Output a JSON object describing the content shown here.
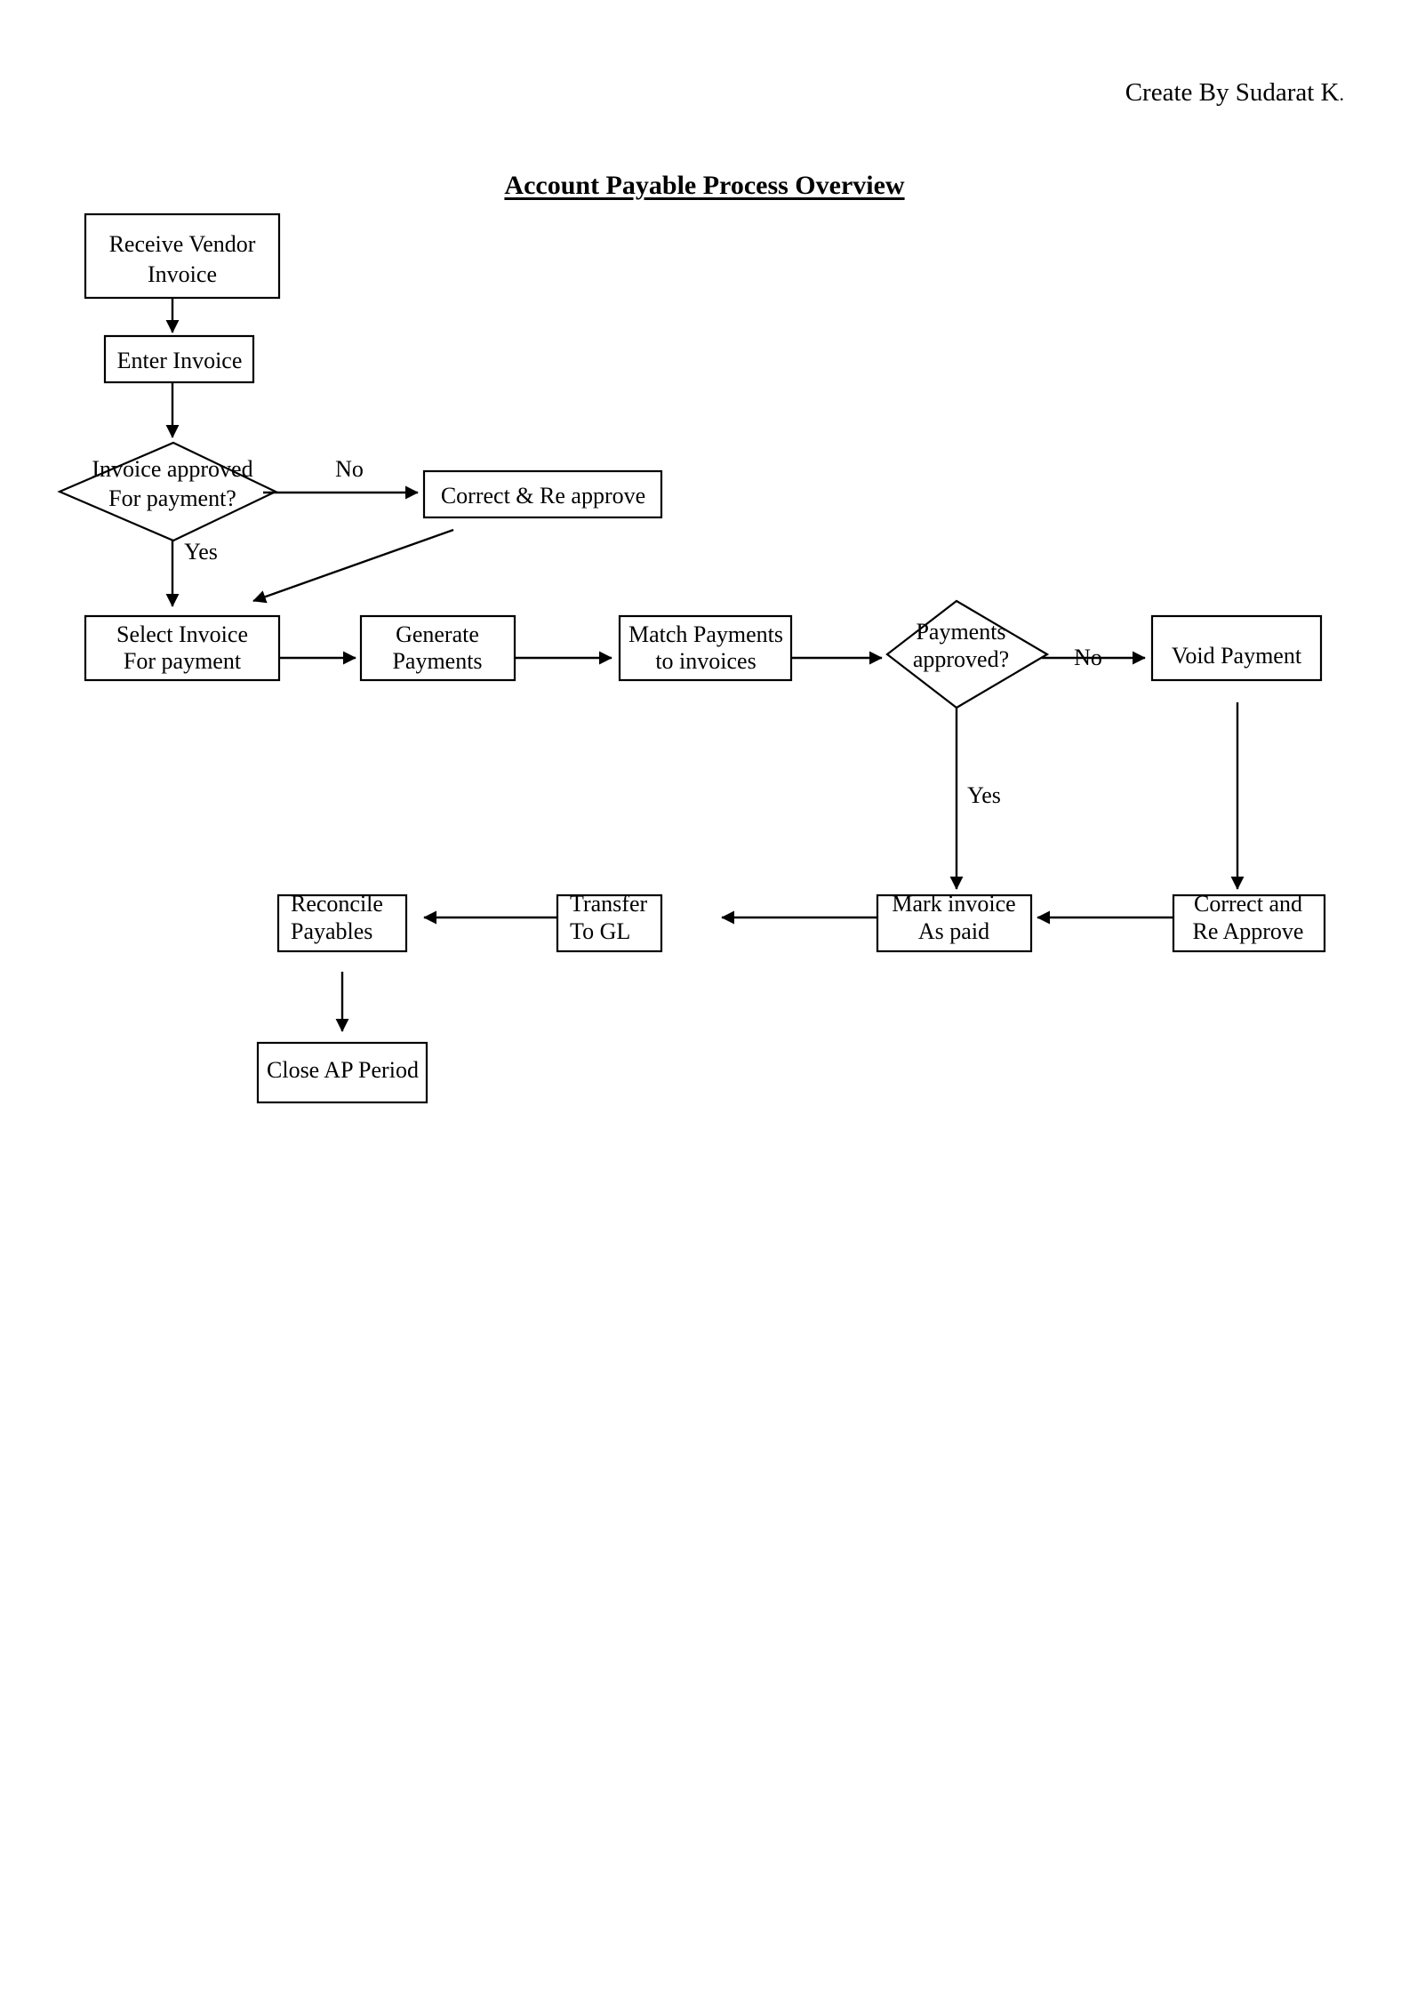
{
  "document": {
    "author_note": "Create By Sudarat K",
    "author_note_period": ".",
    "title": "Account Payable Process Overview"
  },
  "colors": {
    "background": "#ffffff",
    "stroke": "#000000",
    "text": "#000000",
    "shape_fill": "#ffffff"
  },
  "chart_data": {
    "type": "diagram",
    "title": "Account Payable Process Overview",
    "nodes": [
      {
        "id": "receive_vendor_invoice",
        "shape": "process",
        "lines": [
          "Receive Vendor",
          "Invoice"
        ]
      },
      {
        "id": "enter_invoice",
        "shape": "process",
        "lines": [
          "Enter Invoice"
        ]
      },
      {
        "id": "invoice_approved",
        "shape": "decision",
        "lines": [
          "Invoice approved",
          "For payment?"
        ]
      },
      {
        "id": "correct_re_approve_invoice",
        "shape": "process",
        "lines": [
          "Correct & Re approve"
        ]
      },
      {
        "id": "select_invoice_for_payment",
        "shape": "process",
        "lines": [
          "Select Invoice",
          "For payment"
        ]
      },
      {
        "id": "generate_payments",
        "shape": "process",
        "lines": [
          "Generate",
          "Payments"
        ]
      },
      {
        "id": "match_payments_to_invoices",
        "shape": "process",
        "lines": [
          "Match Payments",
          "to invoices"
        ]
      },
      {
        "id": "payments_approved",
        "shape": "decision",
        "lines": [
          "Payments",
          "approved?"
        ]
      },
      {
        "id": "void_payment",
        "shape": "process",
        "lines": [
          "Void Payment"
        ]
      },
      {
        "id": "correct_and_re_approve_payment",
        "shape": "process",
        "lines": [
          "Correct and",
          "Re Approve"
        ]
      },
      {
        "id": "mark_invoice_as_paid",
        "shape": "process",
        "lines": [
          "Mark invoice",
          "As paid"
        ]
      },
      {
        "id": "transfer_to_gl",
        "shape": "process",
        "lines": [
          "Transfer",
          "To GL"
        ]
      },
      {
        "id": "reconcile_payables",
        "shape": "process",
        "lines": [
          "Reconcile",
          "Payables"
        ]
      },
      {
        "id": "close_ap_period",
        "shape": "process",
        "lines": [
          "Close AP Period"
        ]
      }
    ],
    "edges": [
      {
        "from": "receive_vendor_invoice",
        "to": "enter_invoice",
        "label": ""
      },
      {
        "from": "enter_invoice",
        "to": "invoice_approved",
        "label": ""
      },
      {
        "from": "invoice_approved",
        "to": "correct_re_approve_invoice",
        "label": "No"
      },
      {
        "from": "invoice_approved",
        "to": "select_invoice_for_payment",
        "label": "Yes"
      },
      {
        "from": "correct_re_approve_invoice",
        "to": "select_invoice_for_payment",
        "label": ""
      },
      {
        "from": "select_invoice_for_payment",
        "to": "generate_payments",
        "label": ""
      },
      {
        "from": "generate_payments",
        "to": "match_payments_to_invoices",
        "label": ""
      },
      {
        "from": "match_payments_to_invoices",
        "to": "payments_approved",
        "label": ""
      },
      {
        "from": "payments_approved",
        "to": "void_payment",
        "label": "No"
      },
      {
        "from": "payments_approved",
        "to": "mark_invoice_as_paid",
        "label": "Yes"
      },
      {
        "from": "void_payment",
        "to": "correct_and_re_approve_payment",
        "label": ""
      },
      {
        "from": "correct_and_re_approve_payment",
        "to": "mark_invoice_as_paid",
        "label": ""
      },
      {
        "from": "mark_invoice_as_paid",
        "to": "transfer_to_gl",
        "label": ""
      },
      {
        "from": "transfer_to_gl",
        "to": "reconcile_payables",
        "label": ""
      },
      {
        "from": "reconcile_payables",
        "to": "close_ap_period",
        "label": ""
      }
    ]
  },
  "nodes": {
    "receive_vendor_invoice": {
      "line1": "Receive Vendor",
      "line2": "Invoice"
    },
    "enter_invoice": {
      "line1": "Enter Invoice"
    },
    "invoice_approved": {
      "line1": "Invoice approved",
      "line2": "For payment?"
    },
    "correct_re_approve_invoice": {
      "line1": "Correct & Re approve"
    },
    "select_invoice_for_payment": {
      "line1": "Select Invoice",
      "line2": "For payment"
    },
    "generate_payments": {
      "line1": "Generate",
      "line2": "Payments"
    },
    "match_payments_to_invoices": {
      "line1": "Match Payments",
      "line2": "to invoices"
    },
    "payments_approved": {
      "line1": "Payments",
      "line2": "approved?"
    },
    "void_payment": {
      "line1": "Void Payment"
    },
    "correct_and_re_approve_payment": {
      "line1": "Correct and",
      "line2": "Re Approve"
    },
    "mark_invoice_as_paid": {
      "line1": "Mark invoice",
      "line2": "As paid"
    },
    "transfer_to_gl": {
      "line1": "Transfer",
      "line2": "To GL"
    },
    "reconcile_payables": {
      "line1": "Reconcile",
      "line2": "Payables"
    },
    "close_ap_period": {
      "line1": "Close AP Period"
    }
  },
  "edge_labels": {
    "invoice_no": "No",
    "invoice_yes": "Yes",
    "payments_no": "No",
    "payments_yes": "Yes"
  }
}
